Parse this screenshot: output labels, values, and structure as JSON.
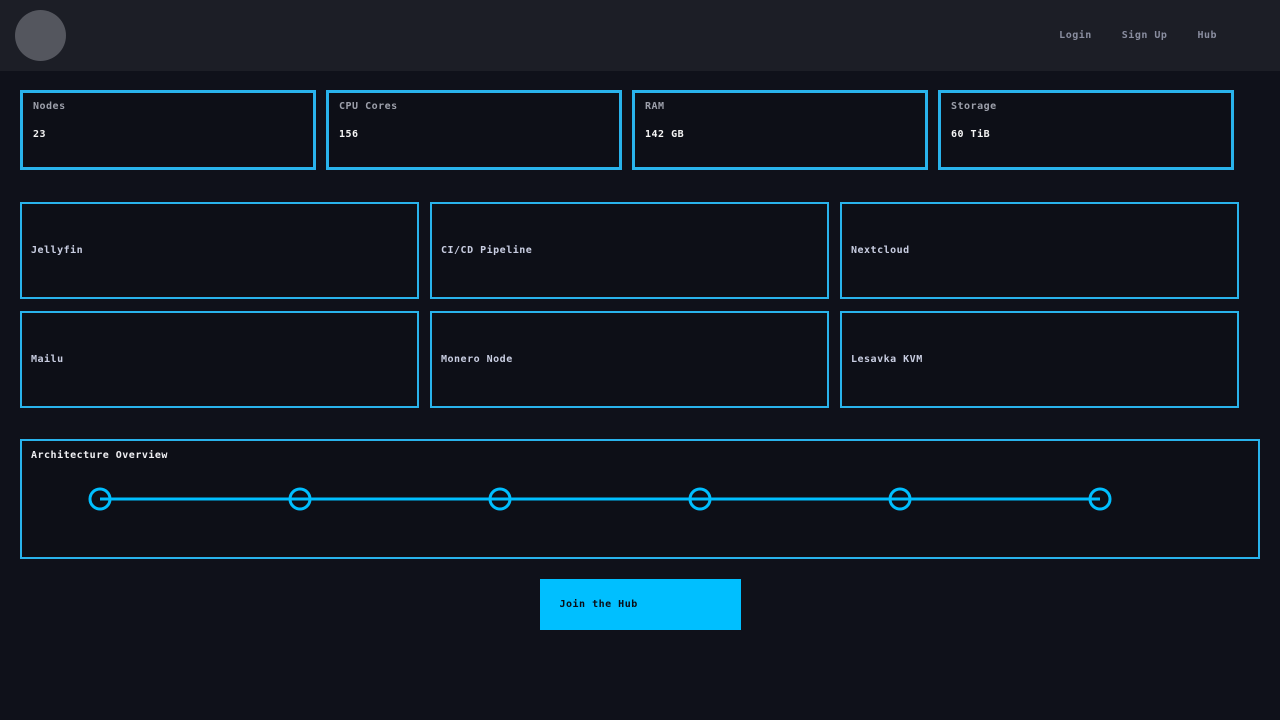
{
  "theme": {
    "page_bg": "#0f111a",
    "navbar_bg": "#1c1e26",
    "card_bg": "#0d0f17",
    "border_cyan": "#29b3ec",
    "accent_cyan": "#00bfff",
    "stat_label_color": "#9da0ab",
    "stat_value_color": "#f5f5f5",
    "service_text_color": "#c9cee2",
    "nav_link_color": "#8a8ea0",
    "button_text_color": "#0b0d15"
  },
  "navbar": {
    "links": [
      {
        "label": "Login"
      },
      {
        "label": "Sign Up"
      },
      {
        "label": "Hub"
      }
    ]
  },
  "stats": [
    {
      "label": "Nodes",
      "value": "23"
    },
    {
      "label": "CPU Cores",
      "value": "156"
    },
    {
      "label": "RAM",
      "value": "142 GB"
    },
    {
      "label": "Storage",
      "value": "60 TiB"
    }
  ],
  "services": [
    {
      "name": "Jellyfin"
    },
    {
      "name": "CI/CD Pipeline"
    },
    {
      "name": "Nextcloud"
    },
    {
      "name": "Mailu"
    },
    {
      "name": "Monero Node"
    },
    {
      "name": "Lesavka KVM"
    }
  ],
  "architecture": {
    "title": "Architecture Overview",
    "node_count": 6
  },
  "cta": {
    "label": "Join the Hub"
  }
}
